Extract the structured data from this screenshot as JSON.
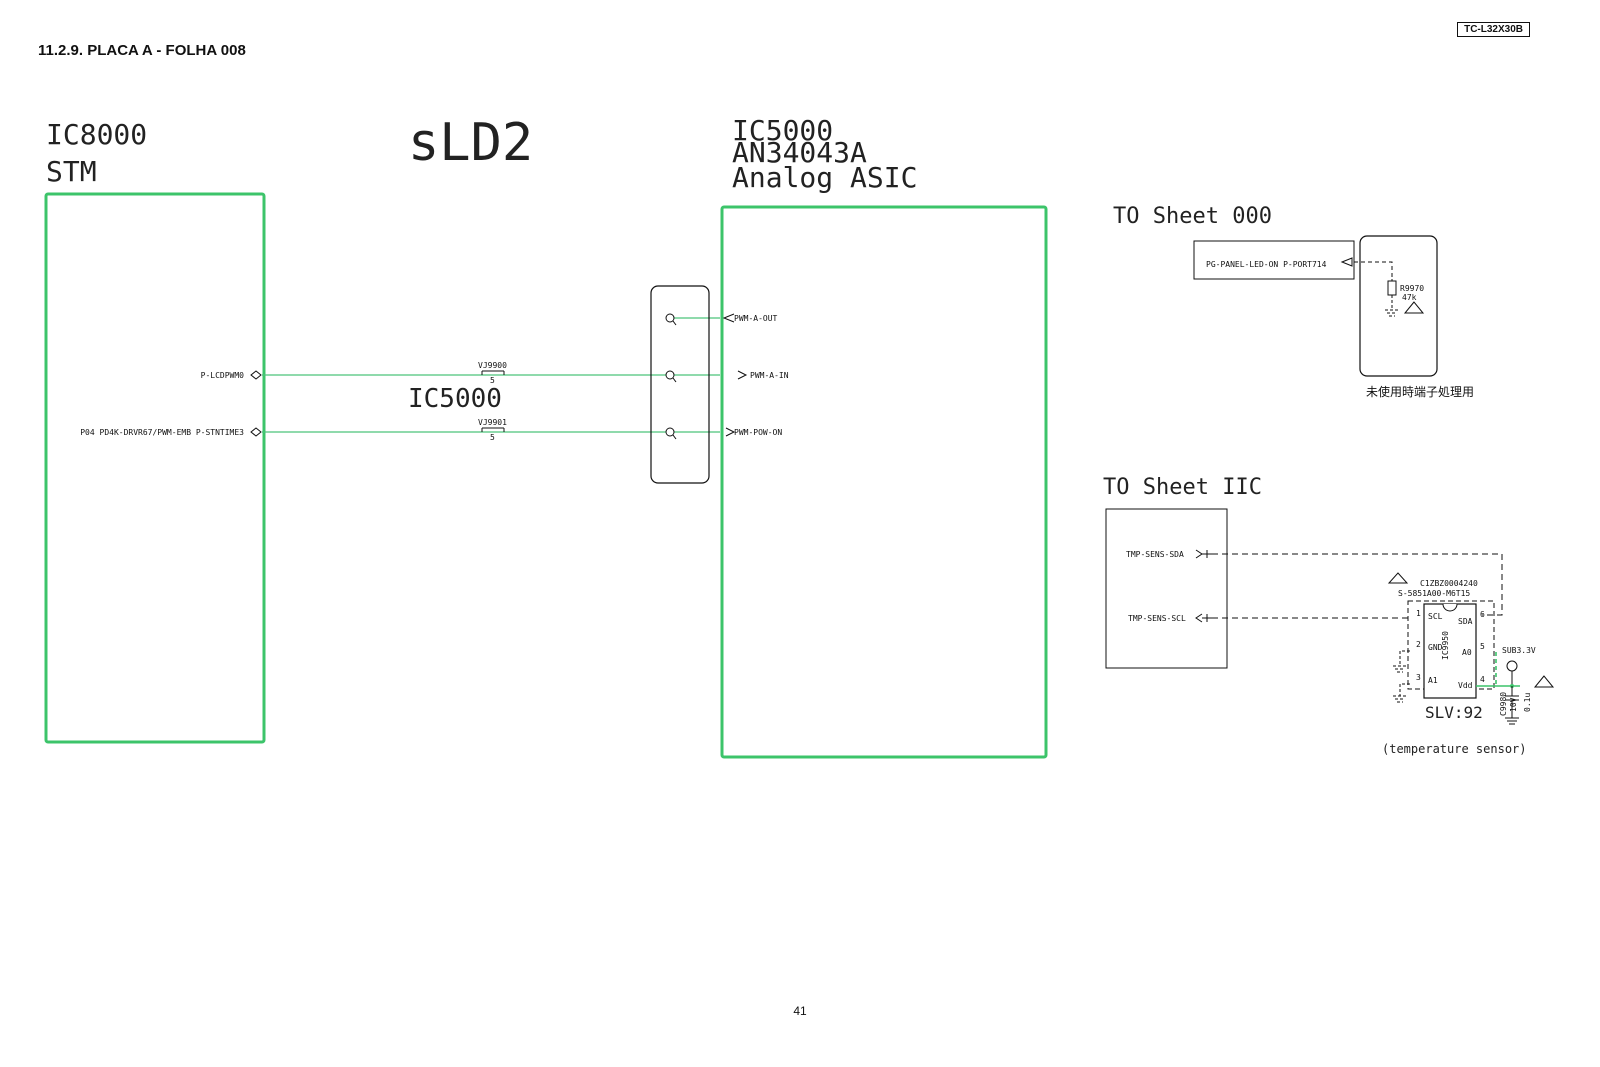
{
  "header": {
    "section_title": "11.2.9. PLACA A - FOLHA 008",
    "model_code": "TC-L32X30B",
    "page_number": "41"
  },
  "left_block": {
    "ref": "IC8000",
    "name": "STM",
    "pins": [
      {
        "label": "P-LCDPWM0"
      },
      {
        "label": "P04 PD4K-DRVR67/PWM-EMB  P-STNTIME3"
      }
    ]
  },
  "center_titles": {
    "title": "sLD2",
    "sub": "IC5000"
  },
  "jumpers": [
    {
      "ref": "VJ9900",
      "n": "5"
    },
    {
      "ref": "VJ9901",
      "n": "5"
    }
  ],
  "right_block": {
    "ref": "IC5000",
    "part": "AN34043A",
    "desc": "Analog ASIC",
    "pins": [
      "PWM-A-OUT",
      "PWM-A-IN",
      "PWM-POW-ON"
    ]
  },
  "sheet_a": {
    "title": "TO Sheet 000",
    "port_label": "PG-PANEL-LED-ON  P-PORT714",
    "resistor_ref": "R9970",
    "resistor_val": "47k",
    "note": "未使用時端子処理用"
  },
  "sheet_b": {
    "title": "TO Sheet IIC",
    "sda_label": "TMP-SENS-SDA",
    "scl_label": "TMP-SENS-SCL",
    "ic_part1": "C1ZBZ0004240",
    "ic_part2": "S-5851A00-M6T15",
    "ic_ref": "IC9950",
    "pins": {
      "scl": "SCL",
      "sda": "SDA",
      "gnd": "GND",
      "a0": "A0",
      "a1": "A1",
      "vdd": "Vdd",
      "p1": "1",
      "p2": "2",
      "p3": "3",
      "p4": "4",
      "p5": "5",
      "p6": "6"
    },
    "supply": "SUB3.3V",
    "cap_ref": "C9980",
    "cap_v": "10V",
    "cap_val": "0.1u",
    "slave": "SLV:92",
    "caption": "(temperature sensor)"
  },
  "colors": {
    "block_outline": "#3cc46a",
    "wire": "#4cc47a",
    "ink": "#111111"
  }
}
